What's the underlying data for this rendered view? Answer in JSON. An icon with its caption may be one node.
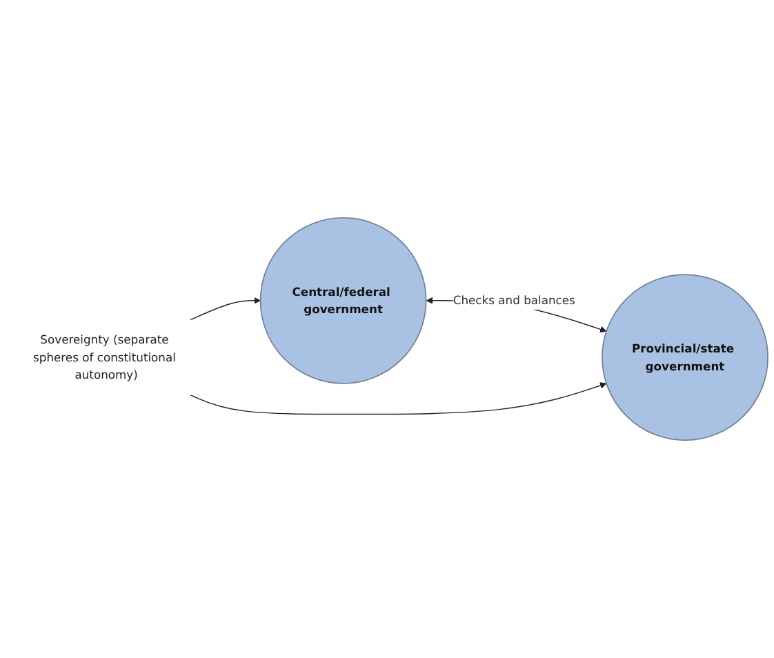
{
  "diagram": {
    "nodes": [
      {
        "text": [
          "Central/federal government"
        ]
      },
      {
        "text": [
          "Provincial/state government"
        ]
      },
      {
        "text": [
          "Sovereignty (separate spheres of constitutional autonomy)"
        ]
      }
    ],
    "edges": [
      {
        "from": 0,
        "to": 1,
        "arrow": "both",
        "label": "Checks and balances"
      },
      {
        "from": 2,
        "to": 0,
        "arrow": "to"
      },
      {
        "from": 2,
        "to": 1,
        "arrow": "to"
      }
    ]
  }
}
